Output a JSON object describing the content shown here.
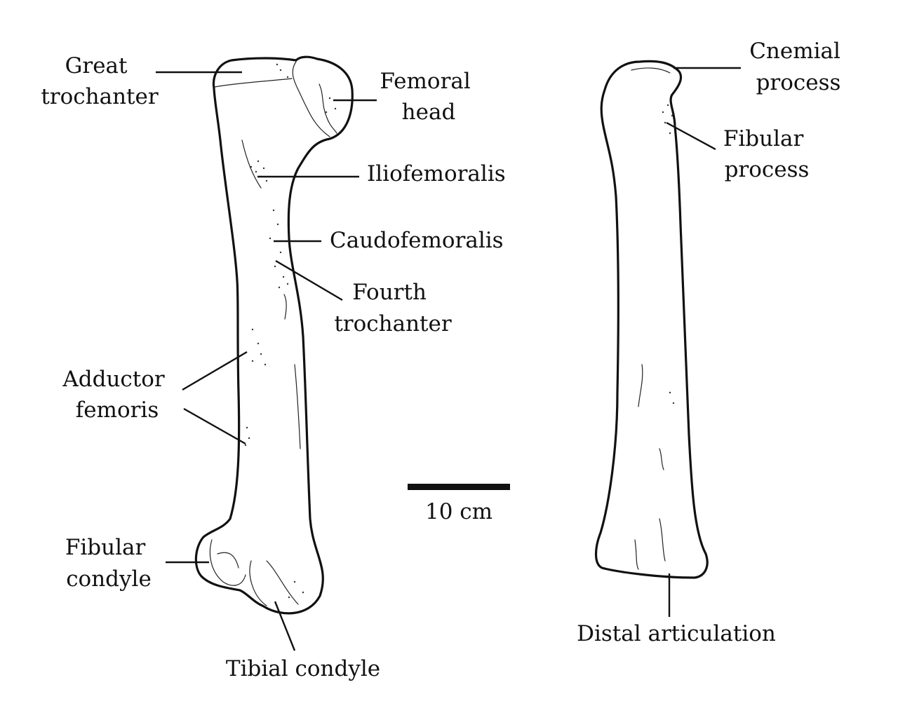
{
  "femur_labels": {
    "great_trochanter": [
      "Great",
      "trochanter"
    ],
    "femoral_head": [
      "Femoral",
      "head"
    ],
    "iliofemoralis": "Iliofemoralis",
    "caudofemoralis": "Caudofemoralis",
    "fourth_trochanter": [
      "Fourth",
      "trochanter"
    ],
    "adductor_femoris": [
      "Adductor",
      "femoris"
    ],
    "fibular_condyle": [
      "Fibular",
      "condyle"
    ],
    "tibial_condyle": "Tibial condyle"
  },
  "tibia_labels": {
    "cnemial_process": [
      "Cnemial",
      "process"
    ],
    "fibular_process": [
      "Fibular",
      "process"
    ],
    "distal_articulation": "Distal articulation"
  },
  "scale_bar": {
    "label": "10 cm",
    "value_cm": 10
  }
}
